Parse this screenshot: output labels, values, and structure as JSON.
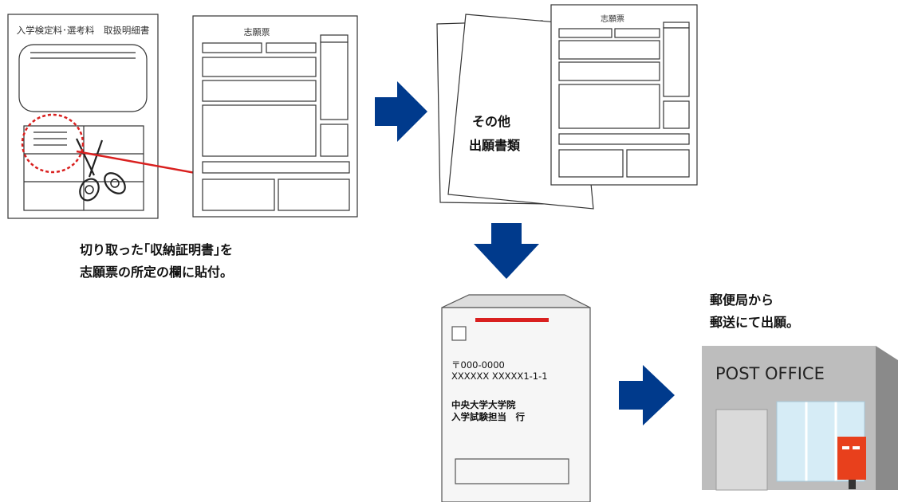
{
  "receipt": {
    "title": "入学検定料･選考料　取扱明細書"
  },
  "application_form": {
    "title": "志願票"
  },
  "other_documents": {
    "title": "志願票",
    "label_line1": "その他",
    "label_line2": "出願書類"
  },
  "instruction": {
    "line1": "切り取った｢収納証明書｣を",
    "line2": "志願票の所定の欄に貼付。"
  },
  "envelope": {
    "postal_code": "〒000-0000",
    "address": "XXXXXX XXXXX1-1-1",
    "recipient_line1": "中央大学大学院",
    "recipient_line2": "入学試験担当　行"
  },
  "post_office": {
    "caption_line1": "郵便局から",
    "caption_line2": "郵送にて出願。",
    "sign": "POST OFFICE"
  },
  "colors": {
    "arrow": "#003a8c",
    "highlight": "#d9201f",
    "outline": "#333333",
    "building": "#bdbdbd",
    "mailbox": "#e8401c"
  }
}
